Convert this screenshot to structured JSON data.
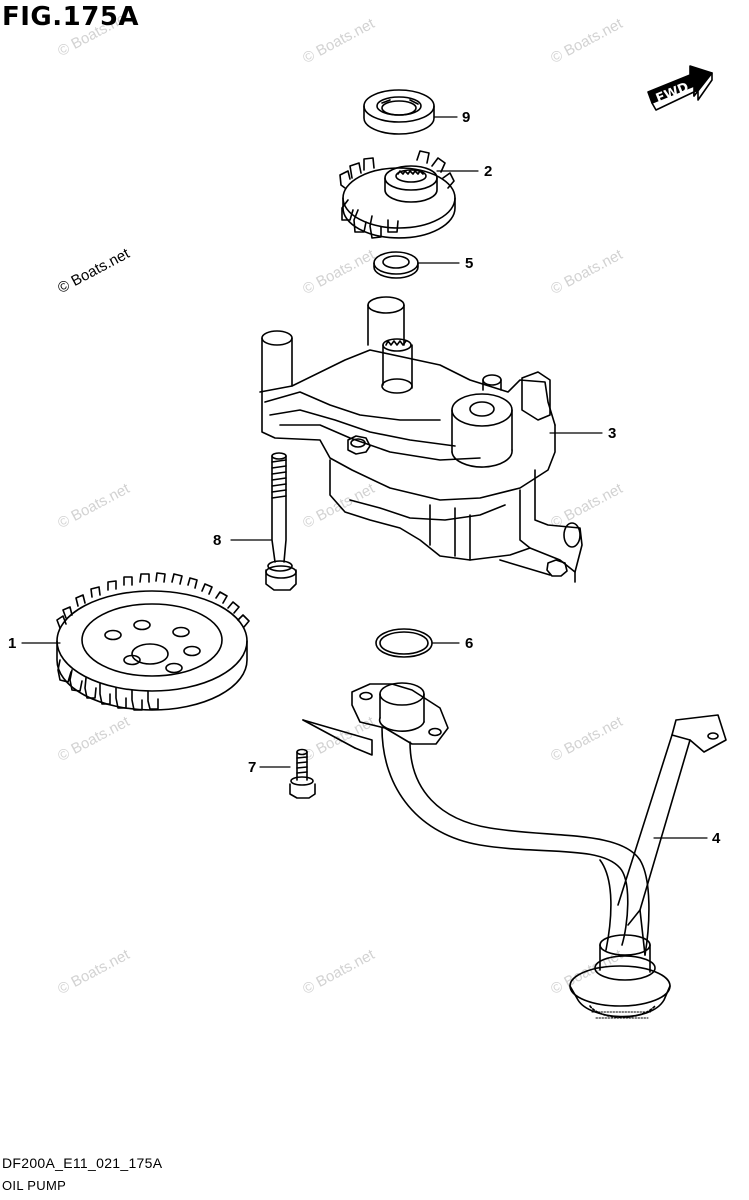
{
  "figure": {
    "title": "FIG.175A",
    "diagram_code": "DF200A_E11_021_175A",
    "name": "OIL PUMP",
    "direction_label": "FWD"
  },
  "callouts": [
    {
      "id": "1",
      "label": "1"
    },
    {
      "id": "2",
      "label": "2"
    },
    {
      "id": "3",
      "label": "3"
    },
    {
      "id": "4",
      "label": "4"
    },
    {
      "id": "5",
      "label": "5"
    },
    {
      "id": "6",
      "label": "6"
    },
    {
      "id": "7",
      "label": "7"
    },
    {
      "id": "8",
      "label": "8"
    },
    {
      "id": "9",
      "label": "9"
    }
  ],
  "watermark": {
    "text": "© Boats.net"
  },
  "colors": {
    "line": "#000000",
    "watermark": "#d2d2d2",
    "background": "#ffffff"
  }
}
